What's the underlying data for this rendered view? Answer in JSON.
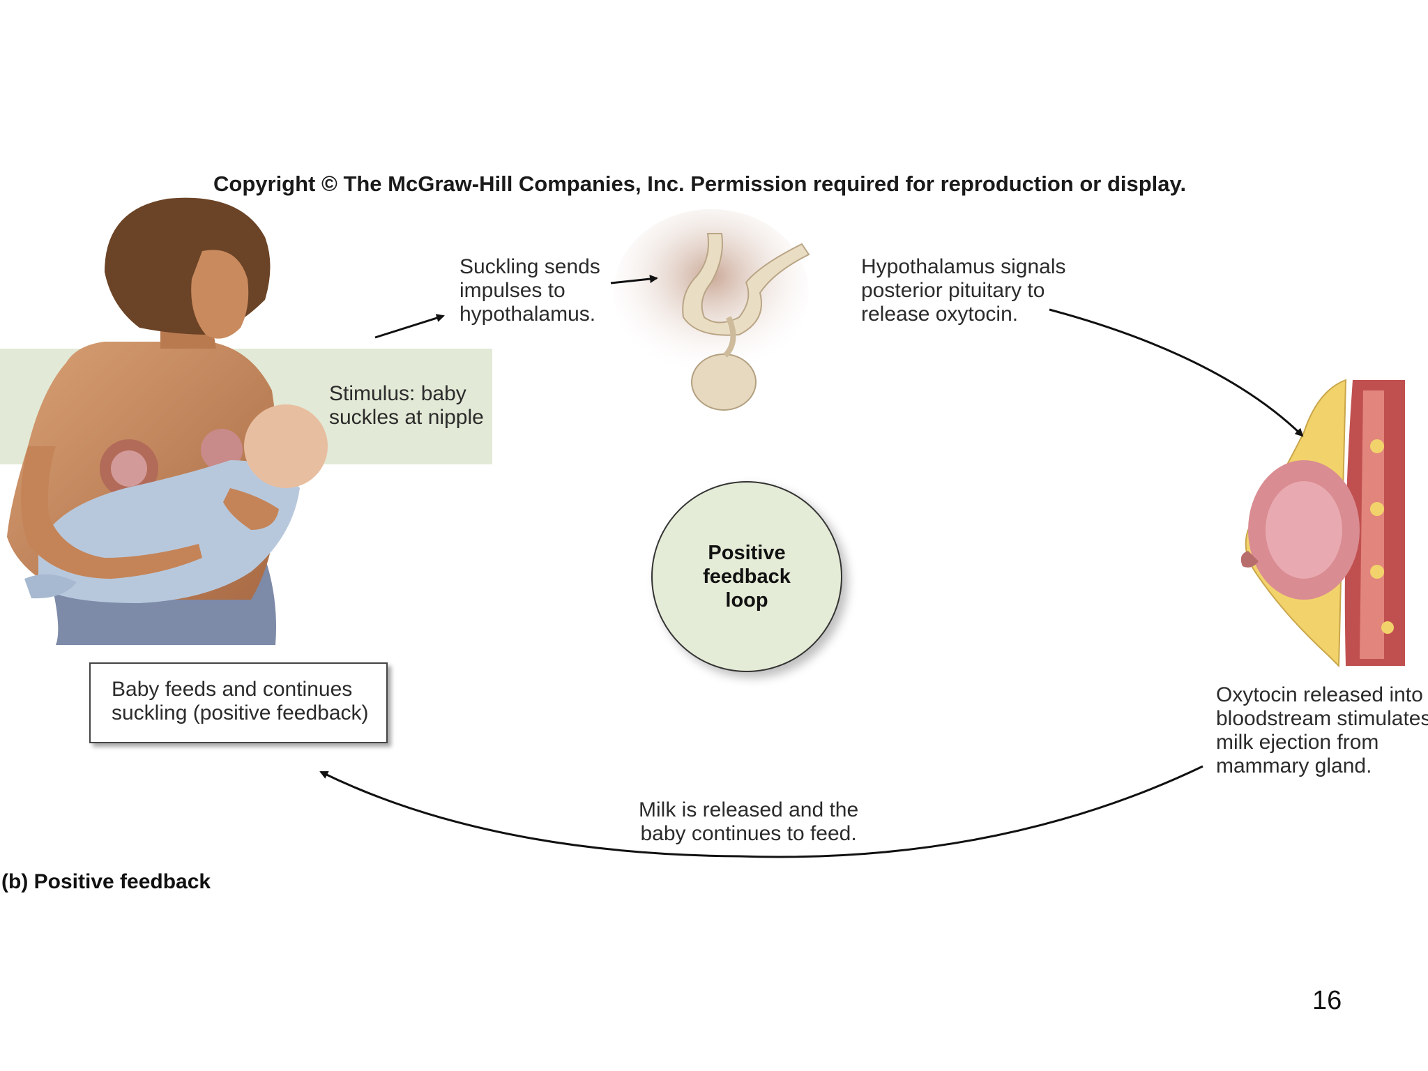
{
  "copyright": "Copyright © The McGraw-Hill Companies, Inc. Permission required for reproduction or display.",
  "labels": {
    "suckling": [
      "Suckling sends",
      "impulses to",
      "hypothalamus."
    ],
    "hypothalamus": [
      "Hypothalamus signals",
      "posterior pituitary to",
      "release oxytocin."
    ],
    "stimulus": [
      "Stimulus: baby",
      "suckles at nipple"
    ],
    "loop": [
      "Positive",
      "feedback",
      "loop"
    ],
    "oxytocin": [
      "Oxytocin released into",
      "bloodstream stimulates",
      "milk ejection from",
      "mammary gland."
    ],
    "baby_feeds": [
      "Baby feeds and continues",
      "suckling (positive feedback)"
    ],
    "milk": [
      "Milk is released and the",
      "baby continues to feed."
    ],
    "caption": "(b) Positive feedback"
  },
  "page_number": "16",
  "colors": {
    "band": "#e2e9d6",
    "circle_fill": "#e4ebd6",
    "skin": "#c98a5e",
    "blanket": "#b8c8dc",
    "gland_pink": "#d98c92",
    "muscle_red": "#c0504f",
    "fat_yellow": "#f2d36b"
  }
}
